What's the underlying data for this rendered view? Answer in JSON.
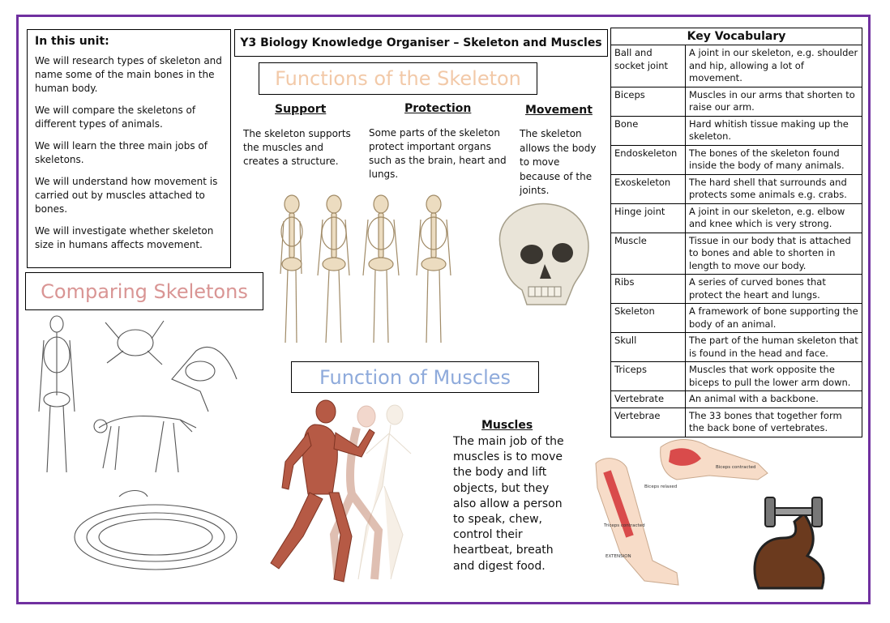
{
  "unit": {
    "heading": "In this unit:",
    "points": [
      "We will research types of skeleton and name some of the main bones in the human body.",
      "We will compare the skeletons of different types of animals.",
      "We will learn the three main jobs of skeletons.",
      "We will understand how movement is carried out by muscles attached to bones.",
      "We will investigate whether skeleton size in humans affects movement."
    ]
  },
  "title": "Y3 Biology Knowledge Organiser – Skeleton and Muscles",
  "functions": {
    "banner": "Functions of the Skeleton",
    "support_heading": "Support",
    "support_text": "The skeleton supports the muscles and creates a structure.",
    "protection_heading": "Protection",
    "protection_text": "Some parts of the skeleton protect important organs such as the brain, heart and lungs.",
    "movement_heading": "Movement",
    "movement_text": "The skeleton allows the body to move because of the joints."
  },
  "comparing": {
    "banner": "Comparing Skeletons"
  },
  "muscles": {
    "banner": "Function of  Muscles",
    "heading": "Muscles",
    "text": "The main job of the muscles is to move the body and lift objects, but they also allow a person to speak, chew, control their heartbeat, breath and digest food."
  },
  "diagram_labels": {
    "biceps_relaxed": "Biceps relaxed",
    "triceps_contracted": "Triceps contracted",
    "biceps_contracted": "Biceps contracted",
    "extension": "EXTENSION"
  },
  "vocab": {
    "heading": "Key Vocabulary",
    "rows": [
      {
        "term": "Ball and socket joint",
        "definition": "A joint in our skeleton, e.g. shoulder and hip, allowing a lot of movement."
      },
      {
        "term": "Biceps",
        "definition": "Muscles in our arms that shorten to raise our arm."
      },
      {
        "term": "Bone",
        "definition": "Hard whitish tissue making up the skeleton."
      },
      {
        "term": "Endoskeleton",
        "definition": "The bones of the skeleton found inside the body of many animals."
      },
      {
        "term": "Exoskeleton",
        "definition": "The hard shell that surrounds and protects some animals e.g. crabs."
      },
      {
        "term": "Hinge joint",
        "definition": "A joint in our skeleton, e.g. elbow and knee which is very strong."
      },
      {
        "term": "Muscle",
        "definition": "Tissue in our body that is attached to bones and able to shorten in length to move our body."
      },
      {
        "term": "Ribs",
        "definition": "A series of curved bones that protect the heart and lungs."
      },
      {
        "term": "Skeleton",
        "definition": "A framework of bone supporting the body of an animal."
      },
      {
        "term": "Skull",
        "definition": "The part of the human skeleton that is found in the head and face."
      },
      {
        "term": "Triceps",
        "definition": "Muscles that work opposite the biceps to pull the lower arm down."
      },
      {
        "term": "Vertebrate",
        "definition": "An animal with a backbone."
      },
      {
        "term": "Vertebrae",
        "definition": "The 33 bones that together form the back bone of vertebrates."
      }
    ]
  },
  "colors": {
    "frame": "#7030a0",
    "functions_banner": "#f2c9a8",
    "comparing_banner": "#d99594",
    "muscles_banner": "#8eaadb"
  }
}
